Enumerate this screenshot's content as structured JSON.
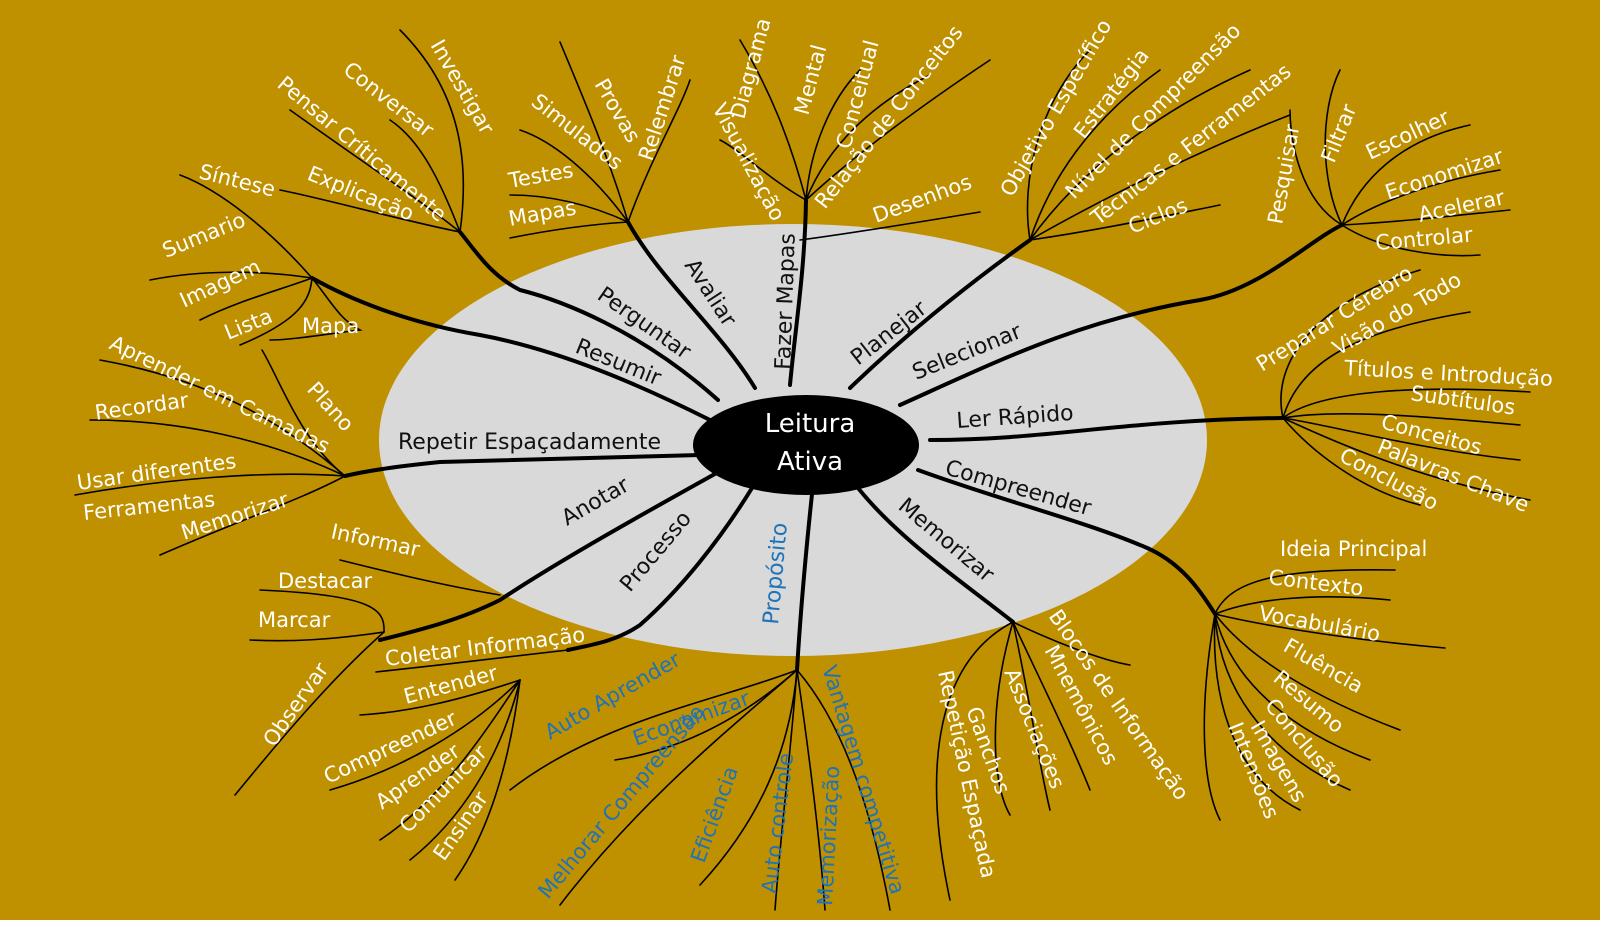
{
  "colors": {
    "background": "#bf9000",
    "ellipse": "#d9d9d9",
    "center": "#000000",
    "leaf_text": "#ffffff",
    "branch_text": "#111111",
    "purpose_text": "#1f73b8"
  },
  "center": {
    "line1": "Leitura",
    "line2": "Ativa"
  },
  "branches": [
    {
      "label": "Perguntar",
      "leaves": [
        "Investigar",
        "Conversar",
        "Pensar Críticamente",
        "Explicação"
      ]
    },
    {
      "label": "Avaliar",
      "leaves": [
        "Relembrar",
        "Provas",
        "Simulados",
        "Testes",
        "Mapas"
      ]
    },
    {
      "label": "Fazer Mapas",
      "leaves": [
        "Diagrama",
        "Mental",
        "Conceitual",
        "Visualização",
        "Relação de Conceitos",
        "Desenhos"
      ]
    },
    {
      "label": "Planejar",
      "leaves": [
        "Objetivo Específico",
        "Estratégia",
        "Nível de Compreensão",
        "Técnicas e Ferramentas",
        "Ciclos"
      ]
    },
    {
      "label": "Selecionar",
      "leaves": [
        "Pesquisar",
        "Filtrar",
        "Escolher",
        "Economizar",
        "Acelerar",
        "Controlar"
      ]
    },
    {
      "label": "Ler Rápido",
      "leaves": [
        "Preparar  Cérebro",
        "Visão  do Todo",
        "Títulos e Introdução",
        "Subtítulos",
        "Conceitos",
        "Palavras Chave",
        "Conclusão"
      ]
    },
    {
      "label": "Compreender",
      "leaves": [
        "Ideia Principal",
        "Contexto",
        "Vocabulário",
        "Fluência",
        "Resumo",
        "Conclusão",
        "Imagens",
        "Intensões"
      ]
    },
    {
      "label": "Memorizar",
      "leaves": [
        "Blocos de Informação",
        "Mnemônicos",
        "Associações",
        "Ganchos",
        "Repetição  Espaçada"
      ]
    },
    {
      "label": "Propósito",
      "leaves": [
        "Auto  Aprender",
        "Economizar",
        "Melhorar Compreensão",
        "Eficiência",
        "Auto controle",
        "Memorização",
        "Vantagem  competitiva"
      ]
    },
    {
      "label": "Processo",
      "leaves": [
        "Coletar  Informação",
        "Entender",
        "Compreender",
        "Aprender",
        "Comunicar",
        "Ensinar"
      ]
    },
    {
      "label": "Anotar",
      "leaves": [
        "Informar",
        "Destacar",
        "Marcar",
        "Observar"
      ]
    },
    {
      "label": "Repetir Espaçadamente",
      "leaves": [
        "Aprender em  Camadas",
        "Recordar",
        "Usar diferentes",
        "Ferramentas",
        "Memorizar",
        "Plano"
      ]
    },
    {
      "label": "Resumir",
      "leaves": [
        "Síntese",
        "Sumario",
        "Imagem",
        "Lista",
        "Mapa"
      ]
    }
  ]
}
